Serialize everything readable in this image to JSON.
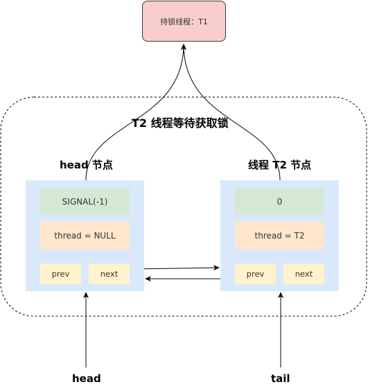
{
  "owner": {
    "label": "持锁线程：T1"
  },
  "wait_group": {
    "title": "T2 线程等待获取锁"
  },
  "head_node": {
    "title": "head 节点",
    "status": "SIGNAL(-1)",
    "thread": "thread = NULL",
    "prev": "prev",
    "next": "next"
  },
  "t2_node": {
    "title": "线程 T2 节点",
    "status": "0",
    "thread": "thread = T2",
    "prev": "prev",
    "next": "next"
  },
  "pointers": {
    "head": "head",
    "tail": "tail"
  },
  "colors": {
    "owner_fill": "#f8cecc",
    "node_fill": "#dae8fc",
    "status_fill": "#d5e8d4",
    "thread_fill": "#ffe6cc",
    "pointer_fill": "#fff2cc"
  }
}
